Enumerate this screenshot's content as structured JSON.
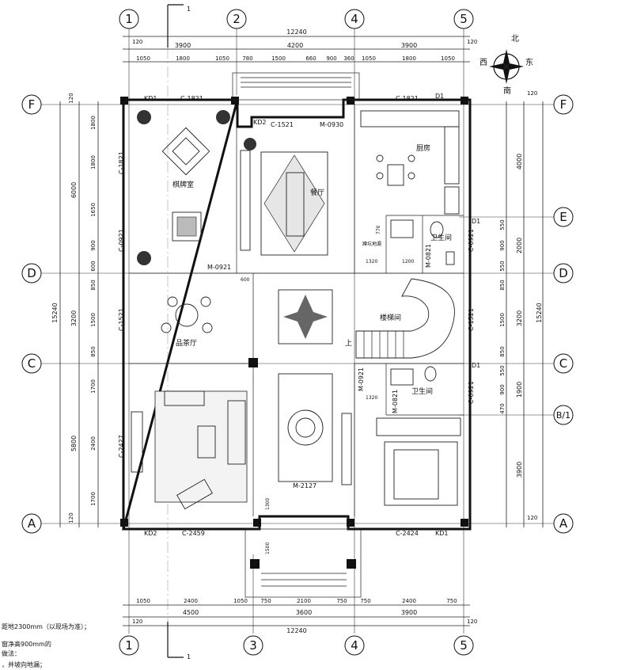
{
  "grid_top": [
    "1",
    "2",
    "4",
    "5"
  ],
  "grid_bottom": [
    "1",
    "3",
    "4",
    "5"
  ],
  "grid_left": [
    "F",
    "D",
    "C",
    "A"
  ],
  "grid_right": [
    "F",
    "E",
    "D",
    "C",
    "B/1",
    "A"
  ],
  "section_marks": [
    "1",
    "1"
  ],
  "compass": {
    "n": "北",
    "s": "南",
    "e": "东",
    "w": "西"
  },
  "top_dims": {
    "total": "12240",
    "edge_left": "120",
    "edge_right": "120",
    "bays": [
      "3900",
      "4200",
      "3900"
    ],
    "details": [
      "1050",
      "1800",
      "1050",
      "780",
      "1500",
      "660",
      "900",
      "360",
      "1050",
      "1800",
      "1050"
    ]
  },
  "bottom_dims": {
    "total": "12240",
    "edge_left": "120",
    "edge_right": "120",
    "bays": [
      "4500",
      "3600",
      "3900"
    ],
    "details": [
      "1050",
      "2400",
      "1050",
      "750",
      "2100",
      "750",
      "750",
      "2400",
      "750"
    ]
  },
  "left_dims": {
    "total": "15240",
    "bays": [
      "6000",
      "3200",
      "5800"
    ],
    "edge_top": "120",
    "edge_bottom": "120",
    "details": [
      "1800",
      "1800",
      "1650",
      "900",
      "600",
      "850",
      "1500",
      "850",
      "1700",
      "2400",
      "1700"
    ]
  },
  "right_dims": {
    "total": "15240",
    "bays": [
      "4000",
      "2000",
      "3200",
      "1900",
      "3900"
    ],
    "edge_top": "120",
    "edge_bottom": "120",
    "details": [
      "550",
      "900",
      "550",
      "850",
      "1500",
      "850",
      "550",
      "900",
      "470"
    ]
  },
  "rooms": {
    "chess": "棋牌室",
    "dining": "餐厅",
    "kitchen": "厨房",
    "stair": "楼梯间",
    "tea": "品茶厅",
    "bath1": "卫生间",
    "bath2": "卫生间",
    "up": "上"
  },
  "windows": {
    "c1821_a": "C-1821",
    "c1521_top": "C-1521",
    "c1821_b": "C-1821",
    "kd1_a": "KD1",
    "kd2_a": "KD2",
    "d1_a": "D1",
    "d1_b": "D1",
    "d1_c": "D1",
    "m0930": "M-0930",
    "m0921_a": "M-0921",
    "m0921_b": "M-0921",
    "m0821_a": "M-0821",
    "m0821_b": "M-0821",
    "c1821_left": "C-1821",
    "c0921_left": "C-0921",
    "c1521_left": "C-1521",
    "c2427": "C-2427",
    "c0921_r1": "C-0921",
    "c1521_r": "C-1521",
    "c0921_r2": "C-0921",
    "c2459": "C-2459",
    "m2127": "M-2127",
    "c2424": "C-2424",
    "kd2_b": "KD2",
    "kd1_b": "KD1"
  },
  "inner_dims": {
    "d600": "600",
    "d770": "770",
    "d1200": "1200",
    "d1320a": "1320",
    "d1320b": "1320",
    "d1300": "1300",
    "d1500": "1500"
  },
  "fixtures": {
    "floor_drain": "蹲坑地漏"
  },
  "notes": [
    "距地2300mm（以现场为准）；",
    "窗净高900mm的",
    "做法：",
    "，并坡向地漏；"
  ]
}
